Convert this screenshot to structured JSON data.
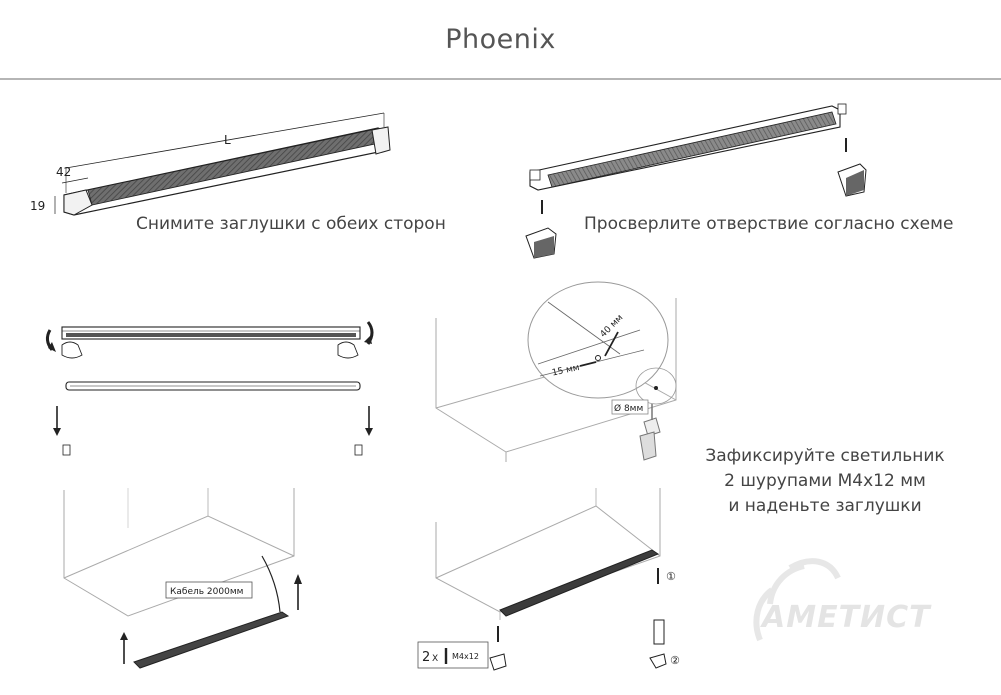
{
  "title": "Phoenix",
  "captions": {
    "step1": "Снимите заглушки с обеих сторон",
    "step2": "Просверлите отверствие согласно схеме",
    "step4_line1": "Зафиксируйте светильник",
    "step4_line2": "2 шурупами М4х12 мм",
    "step4_line3": "и наденьте заглушки"
  },
  "dimensions": {
    "length": "L",
    "width": "42",
    "height": "19",
    "hole_distance_back": "40 мм",
    "hole_distance_side": "15 мм",
    "hole_diameter": "Ø 8мм",
    "cable": "Кабель 2000мм"
  },
  "screw_label": {
    "count": "2",
    "times": "X",
    "spec": "M4x12"
  },
  "step_markers": [
    "①",
    "②"
  ],
  "logo": "АМЕТИСТ"
}
